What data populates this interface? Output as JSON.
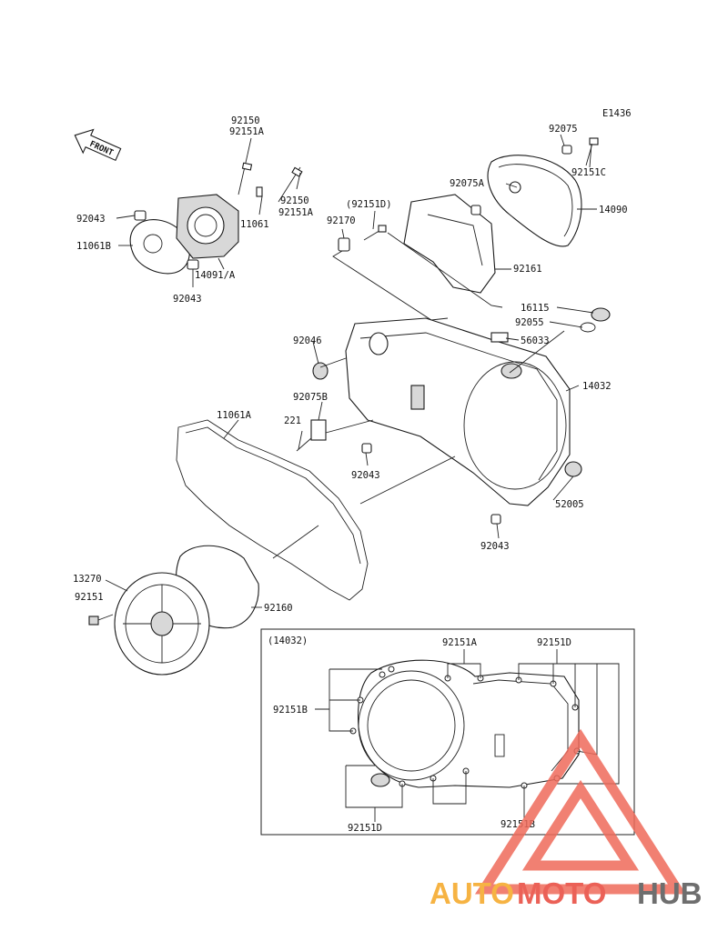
{
  "diagram": {
    "code": "E1436",
    "front_label": "FRONT",
    "inset_label": "(14032)",
    "labels": [
      {
        "id": "p92150_top",
        "text": "92150"
      },
      {
        "id": "p92151A_top",
        "text": "92151A"
      },
      {
        "id": "p92075",
        "text": "92075"
      },
      {
        "id": "p92151C",
        "text": "92151C"
      },
      {
        "id": "p92075A",
        "text": "92075A"
      },
      {
        "id": "p14090",
        "text": "14090"
      },
      {
        "id": "p92043_a",
        "text": "92043"
      },
      {
        "id": "p11061",
        "text": "11061"
      },
      {
        "id": "p92150_b",
        "text": "92150"
      },
      {
        "id": "p92151A_b",
        "text": "92151A"
      },
      {
        "id": "p92151D_par",
        "text": "(92151D)"
      },
      {
        "id": "p92170",
        "text": "92170"
      },
      {
        "id": "p11061B",
        "text": "11061B"
      },
      {
        "id": "p14091A",
        "text": "14091/A"
      },
      {
        "id": "p92043_b",
        "text": "92043"
      },
      {
        "id": "p92161",
        "text": "92161"
      },
      {
        "id": "p16115",
        "text": "16115"
      },
      {
        "id": "p92055",
        "text": "92055"
      },
      {
        "id": "p92046",
        "text": "92046"
      },
      {
        "id": "p56033",
        "text": "56033"
      },
      {
        "id": "p92075B",
        "text": "92075B"
      },
      {
        "id": "p14032",
        "text": "14032"
      },
      {
        "id": "p11061A",
        "text": "11061A"
      },
      {
        "id": "p221",
        "text": "221"
      },
      {
        "id": "p92043_c",
        "text": "92043"
      },
      {
        "id": "p52005",
        "text": "52005"
      },
      {
        "id": "p92043_d",
        "text": "92043"
      },
      {
        "id": "p13270",
        "text": "13270"
      },
      {
        "id": "p92151",
        "text": "92151"
      },
      {
        "id": "p92160",
        "text": "92160"
      },
      {
        "id": "in_92151A",
        "text": "92151A"
      },
      {
        "id": "in_92151D_top",
        "text": "92151D"
      },
      {
        "id": "in_92151B_left",
        "text": "92151B"
      },
      {
        "id": "in_92151D_bot",
        "text": "92151D"
      },
      {
        "id": "in_92151B_right",
        "text": "92151B"
      }
    ]
  },
  "watermark": {
    "text_part1": "AUTO",
    "text_part2": "MOTO",
    "text_part3": "HUB",
    "colors": {
      "part1": "#f5a623",
      "part2": "#e8463a",
      "part3": "#555555",
      "triangle": "#ef6a5a"
    }
  }
}
